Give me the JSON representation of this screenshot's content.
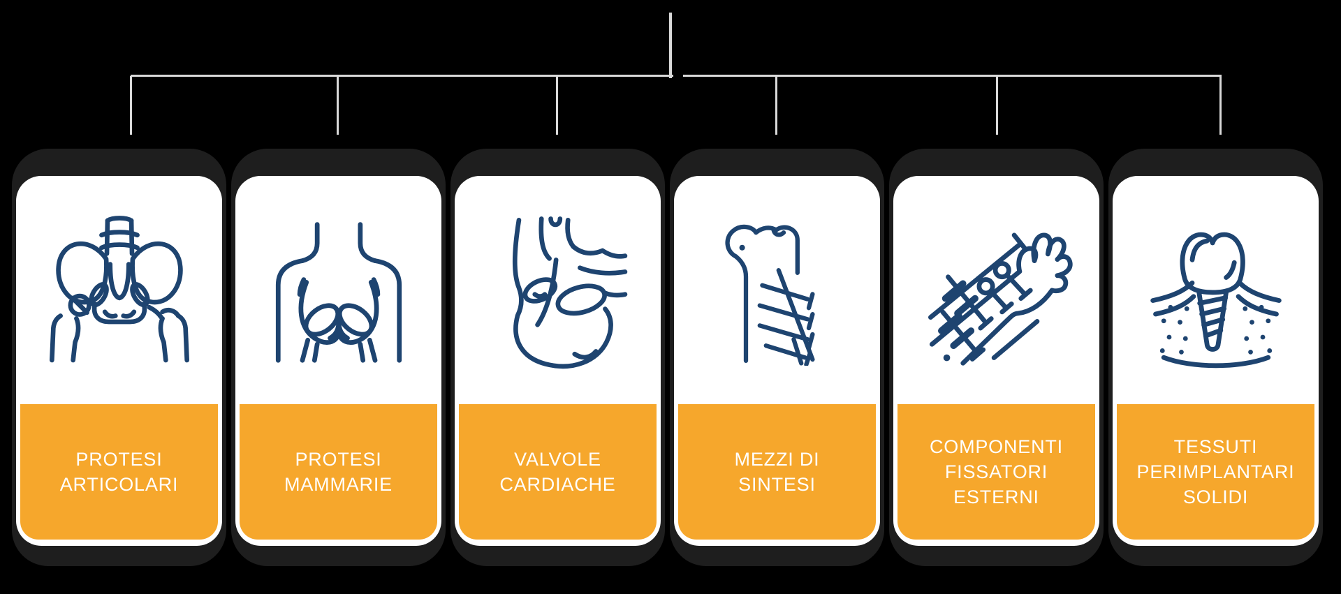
{
  "diagram": {
    "type": "tree",
    "description": "category tree with six leaf cards",
    "children": [
      "PROTESI ARTICOLARI",
      "PROTESI MAMMARIE",
      "VALVOLE CARDIACHE",
      "MEZZI DI SINTESI",
      "COMPONENTI FISSATORI ESTERNI",
      "TESSUTI PERIMPLANTARI SOLIDI"
    ]
  },
  "cards": [
    {
      "label": "PROTESI\nARTICOLARI",
      "icon": "hip-prosthesis-icon"
    },
    {
      "label": "PROTESI\nMAMMARIE",
      "icon": "breast-prosthesis-icon"
    },
    {
      "label": "VALVOLE\nCARDIACHE",
      "icon": "heart-valves-icon"
    },
    {
      "label": "MEZZI DI\nSINTESI",
      "icon": "osteosynthesis-icon"
    },
    {
      "label": "COMPONENTI\nFISSATORI\nESTERNI",
      "icon": "external-fixator-icon"
    },
    {
      "label": "TESSUTI\nPERIMPLANTARI\nSOLIDI",
      "icon": "dental-implant-icon"
    }
  ],
  "colors": {
    "background": "#000000",
    "card_face": "#ffffff",
    "card_shadow": "#1e1e1e",
    "accent_orange": "#f6a72c",
    "icon_navy": "#1e4470",
    "connector_gray": "#d9d9d9",
    "label_text": "#ffffff"
  }
}
